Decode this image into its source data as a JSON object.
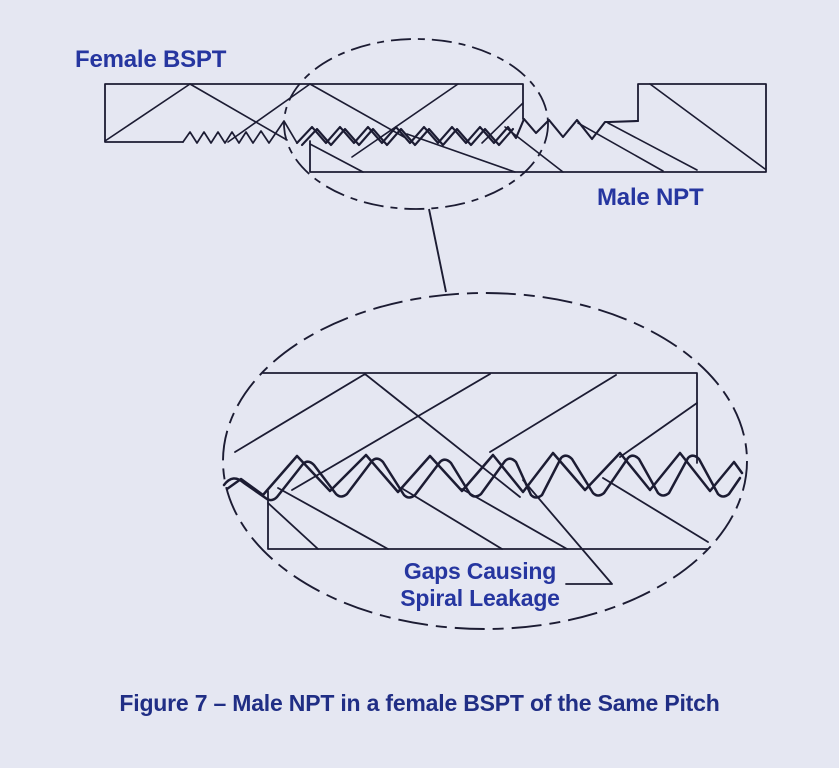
{
  "figure": {
    "caption": "Figure 7 – Male NPT in a female BSPT of the Same Pitch",
    "labels": {
      "female_part": "Female BSPT",
      "male_part": "Male NPT",
      "gaps_line1": "Gaps Causing",
      "gaps_line2": "Spiral Leakage"
    }
  },
  "theme": {
    "bg": "#e5e7f2",
    "ink": "#1c1c33",
    "label_blue": "#2636a0",
    "caption_blue": "#202e85"
  }
}
